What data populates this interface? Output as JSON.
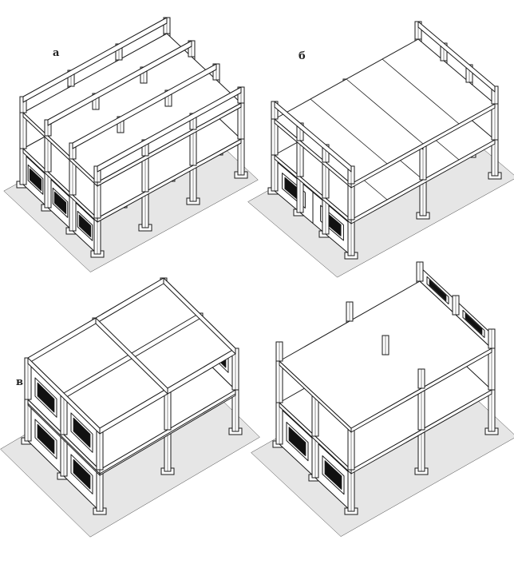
{
  "figure": {
    "panels": [
      {
        "label": "а",
        "type": "longitudinal-frames"
      },
      {
        "label": "б",
        "type": "transverse-frames"
      },
      {
        "label": "в",
        "type": "full-frame"
      },
      {
        "label": "",
        "type": "columns-with-end-walls"
      }
    ]
  },
  "colors": {
    "ink": "#1a1a1a",
    "paper": "#ffffff",
    "window": "#111111",
    "ground": "#e6e6e6"
  }
}
